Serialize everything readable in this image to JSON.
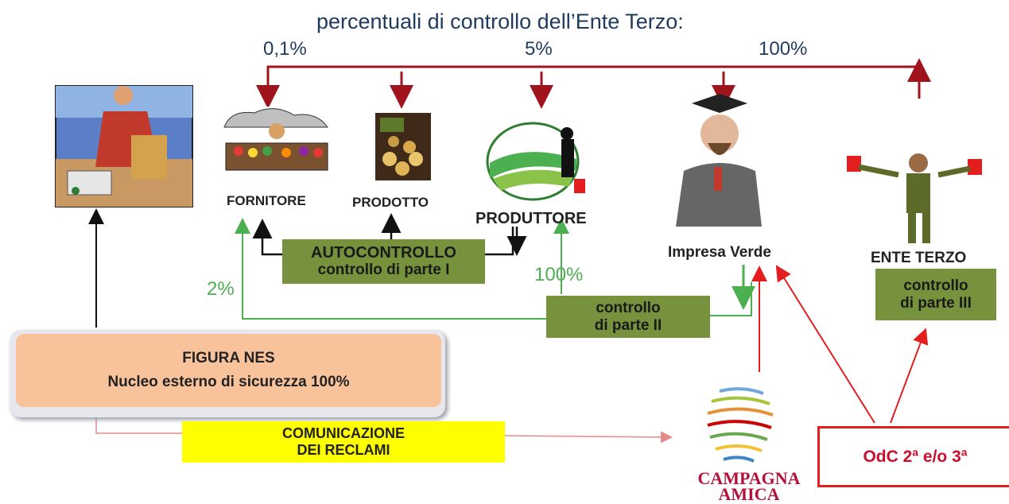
{
  "title": "percentuali di controllo dell’Ente Terzo:",
  "percents": {
    "p1": "0,1%",
    "p2": "5%",
    "p3": "100%"
  },
  "labels": {
    "fornitore": "FORNITORE",
    "prodotto": "PRODOTTO",
    "produttore": "PRODUTTORE",
    "impresa": "Impresa Verde",
    "ente": "ENTE TERZO"
  },
  "autocontrollo": {
    "line1": "AUTOCONTROLLO",
    "line2": "controllo di parte I"
  },
  "parte2": {
    "line1": "controllo",
    "line2": "di parte II"
  },
  "parte3": {
    "line1": "controllo",
    "line2": "di parte III"
  },
  "green_pcts": {
    "left": "2%",
    "mid": "100%"
  },
  "nes": {
    "line1": "FIGURA NES",
    "line2": "Nucleo esterno di sicurezza 100%"
  },
  "reclami": {
    "line1": "COMUNICAZIONE",
    "line2": "DEI RECLAMI"
  },
  "odc": "OdC 2ª e/o 3ª",
  "campagna": {
    "line1": "CAMPAGNA",
    "line2": "AMICA"
  },
  "colors": {
    "dark_red": "#a0141e",
    "red": "#e41e1e",
    "green": "#4caf50",
    "olive": "#76923c",
    "navy": "#1f3a5f"
  }
}
